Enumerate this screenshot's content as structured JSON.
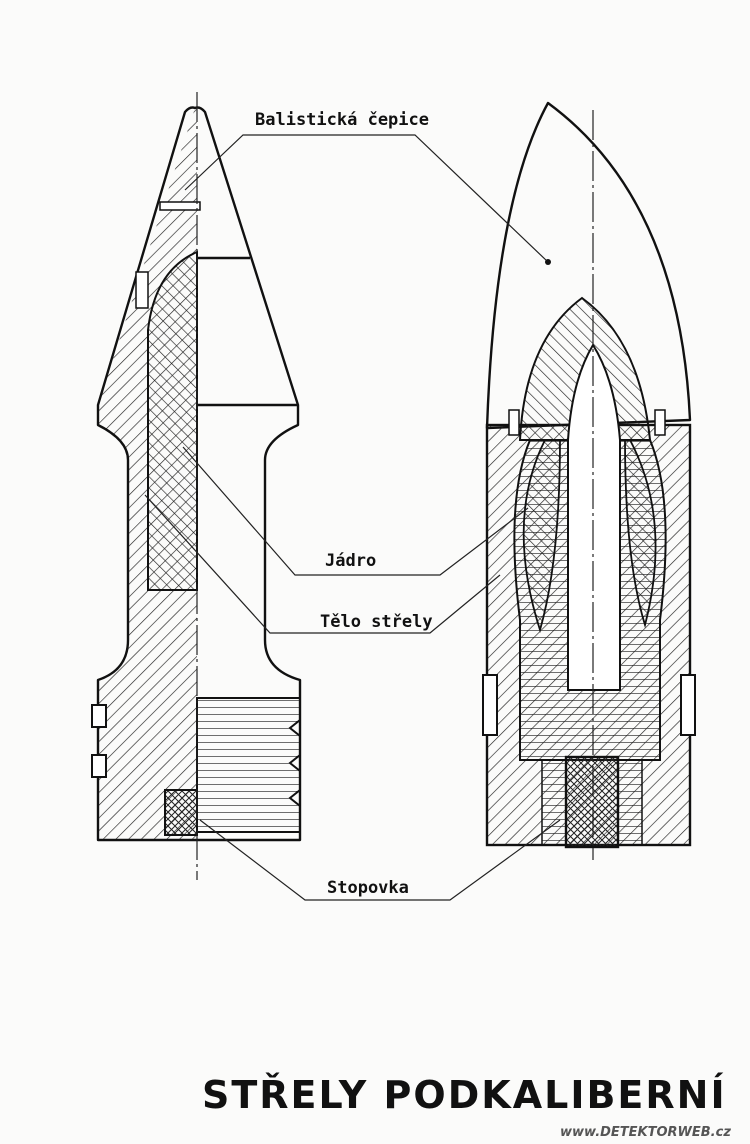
{
  "labels": {
    "ballistic_cap": "Balistická čepice",
    "core": "Jádro",
    "body": "Tělo střely",
    "tracer": "Stopovka"
  },
  "title": "STŘELY PODKALIBERNÍ",
  "watermark": "www.DETEKTORWEB.cz"
}
